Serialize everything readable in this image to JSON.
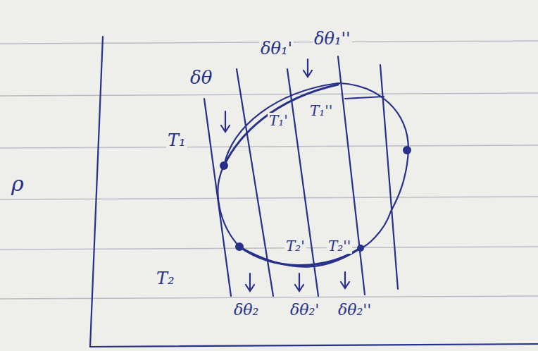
{
  "diagram": {
    "labels": [
      "δθ",
      "δθ₁'",
      "δθ₁''",
      "T₁",
      "T₁'",
      "T₁''",
      "T₂",
      "T₂'",
      "T₂''",
      "δθ₂",
      "δθ₂'",
      "δθ₂''",
      "ρ"
    ]
  }
}
